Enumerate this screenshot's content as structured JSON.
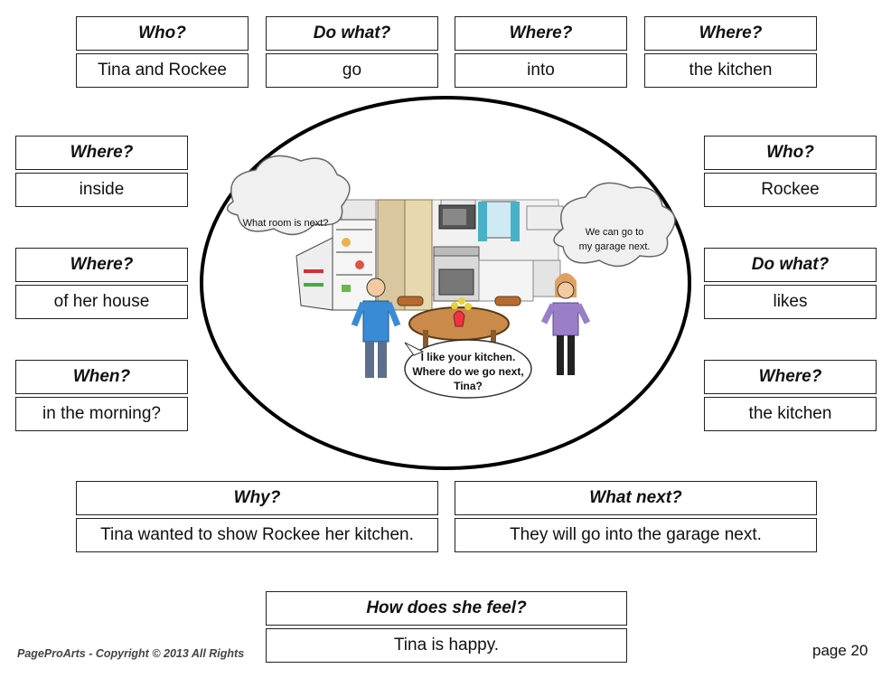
{
  "top_row": [
    {
      "question": "Who?",
      "answer": "Tina and Rockee"
    },
    {
      "question": "Do what?",
      "answer": "go"
    },
    {
      "question": "Where?",
      "answer": "into"
    },
    {
      "question": "Where?",
      "answer": "the kitchen"
    }
  ],
  "left_column": [
    {
      "question": "Where?",
      "answer": "inside"
    },
    {
      "question": "Where?",
      "answer": "of her house"
    },
    {
      "question": "When?",
      "answer": "in the morning?"
    }
  ],
  "right_column": [
    {
      "question": "Who?",
      "answer": "Rockee"
    },
    {
      "question": "Do what?",
      "answer": "likes"
    },
    {
      "question": "Where?",
      "answer": "the kitchen"
    }
  ],
  "bottom_row": [
    {
      "question": "Why?",
      "answer": "Tina wanted to show Rockee her kitchen."
    },
    {
      "question": "What next?",
      "answer": "They will go into the garage next."
    }
  ],
  "feel": {
    "question": "How does she feel?",
    "answer": "Tina is happy."
  },
  "scene": {
    "thought_left": "What room is next?",
    "thought_right_line1": "We can go to",
    "thought_right_line2": "my garage next.",
    "speech_line1": "I like your kitchen.",
    "speech_line2": "Where do we go next,",
    "speech_line3": "Tina?"
  },
  "footer": {
    "copyright": "PageProArts - Copyright © 2013 All Rights",
    "page": "page 20"
  }
}
